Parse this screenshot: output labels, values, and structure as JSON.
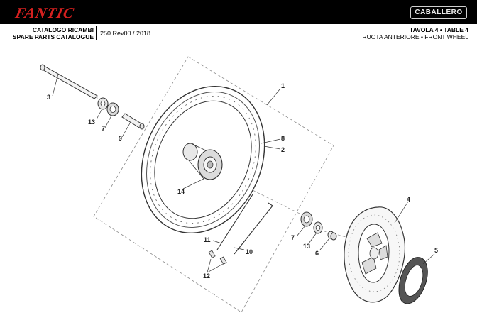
{
  "brand": {
    "name": "FANTIC",
    "model_logo": "CABALLERO"
  },
  "header": {
    "catalog_it": "CATALOGO RICAMBI",
    "catalog_en": "SPARE PARTS CATALOGUE",
    "revision": "250 Rev00 / 2018",
    "table": "TAVOLA 4 • TABLE 4",
    "section": "RUOTA ANTERIORE • FRONT WHEEL"
  },
  "colors": {
    "brand_red": "#d6201f",
    "topbar": "#000000",
    "line": "#555555"
  },
  "callouts": [
    "1",
    "2",
    "3",
    "4",
    "5",
    "6",
    "7",
    "7",
    "8",
    "9",
    "10",
    "11",
    "12",
    "13",
    "13",
    "14"
  ]
}
